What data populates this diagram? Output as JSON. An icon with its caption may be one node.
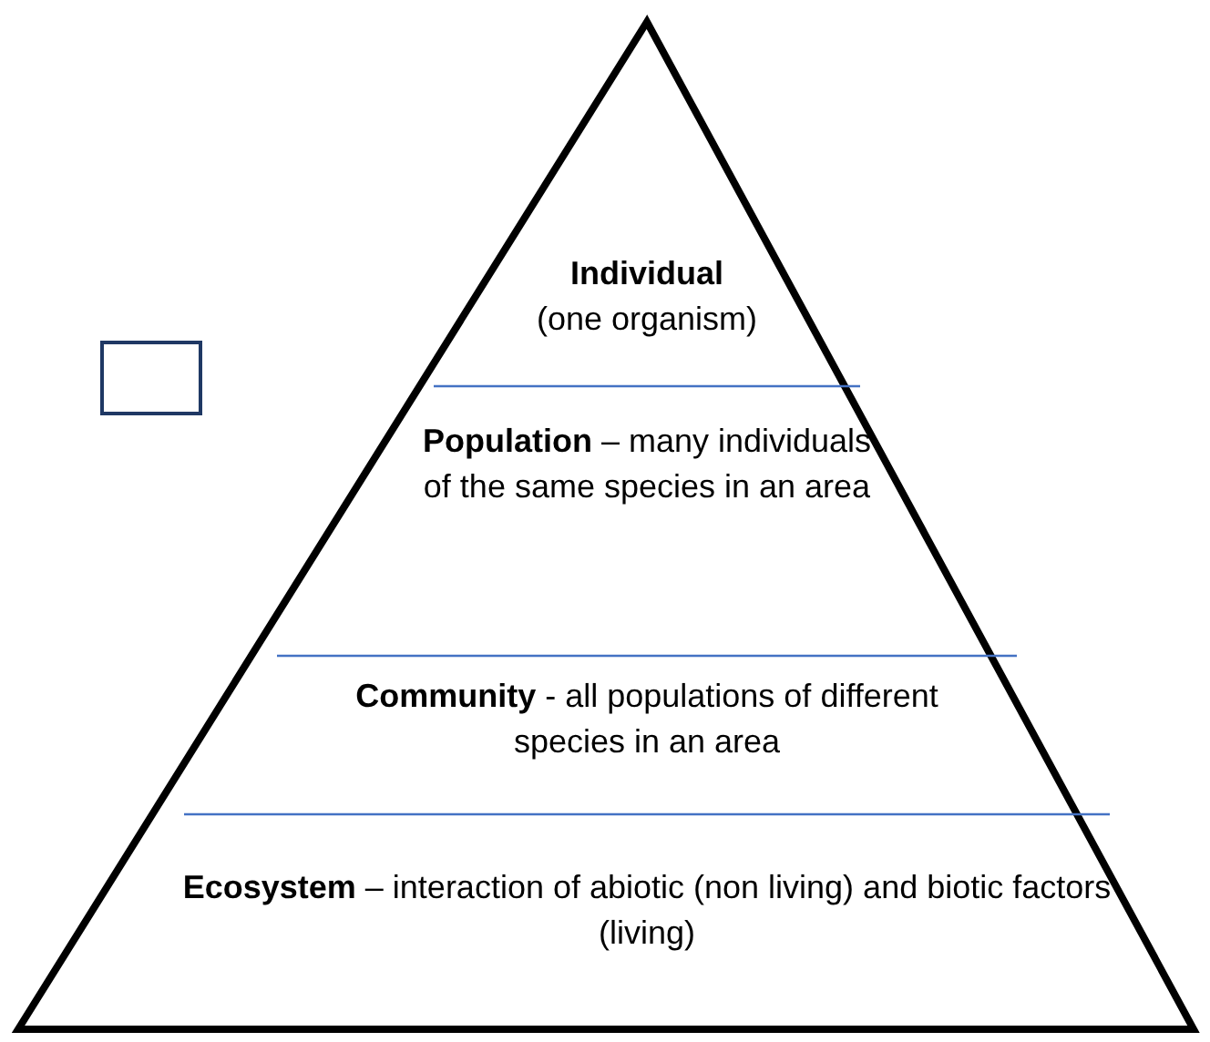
{
  "diagram": {
    "nodes": [
      {
        "text": [],
        "shape": "triangle"
      },
      {
        "text": [
          "Individual",
          "(one organism)"
        ],
        "in": 0
      },
      {
        "text": [
          "**Population** – many individuals of the same species in an area"
        ],
        "in": 0
      },
      {
        "text": [
          "**Community** -  all populations of different species in an area"
        ],
        "in": 0
      },
      {
        "text": [
          "**Ecosystem** – interaction of abiotic (non living) and biotic factors (living)"
        ],
        "in": 0
      },
      {
        "text": [],
        "shape": "box"
      }
    ],
    "edges": []
  }
}
